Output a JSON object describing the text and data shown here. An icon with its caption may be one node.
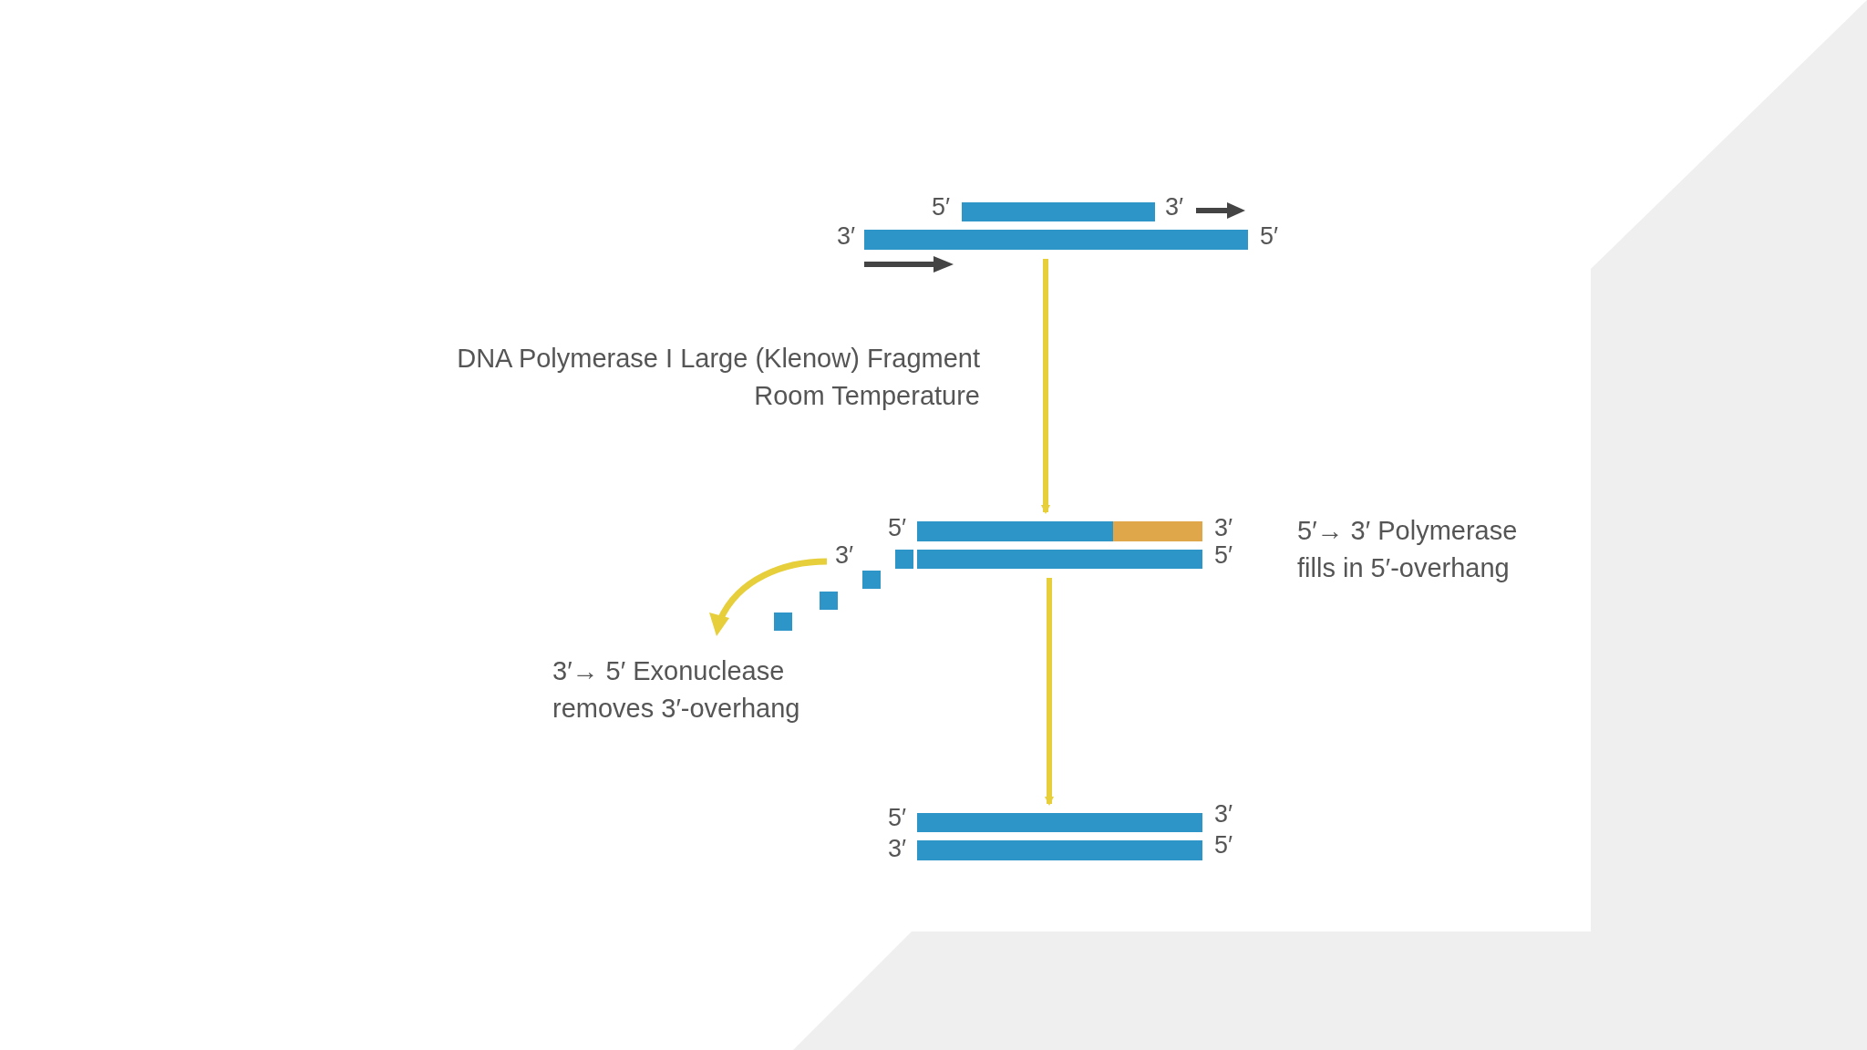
{
  "diagram": {
    "nodes": [
      {
        "text": [],
        "shape": "bar"
      },
      {
        "text": [],
        "shape": "bar"
      },
      {
        "text": [],
        "shape": "bar"
      }
    ],
    "edges": [
      {
        "from": 0,
        "to": 1,
        "arrow": "to",
        "label": "DNA Polymerase I Large (Klenow) Fragment Room Temperature"
      },
      {
        "from": 1,
        "to": 2,
        "arrow": "to"
      }
    ],
    "labels": [
      "5′",
      "3′",
      "3′",
      "5′",
      "5′",
      "3′",
      "5′→ 3′ Polymerase fills in 5′-overhang",
      "3′",
      "5′",
      "3′→ 5′ Exonuclease removes 3′-overhang",
      "5′",
      "3′",
      "3′",
      "5′"
    ]
  }
}
